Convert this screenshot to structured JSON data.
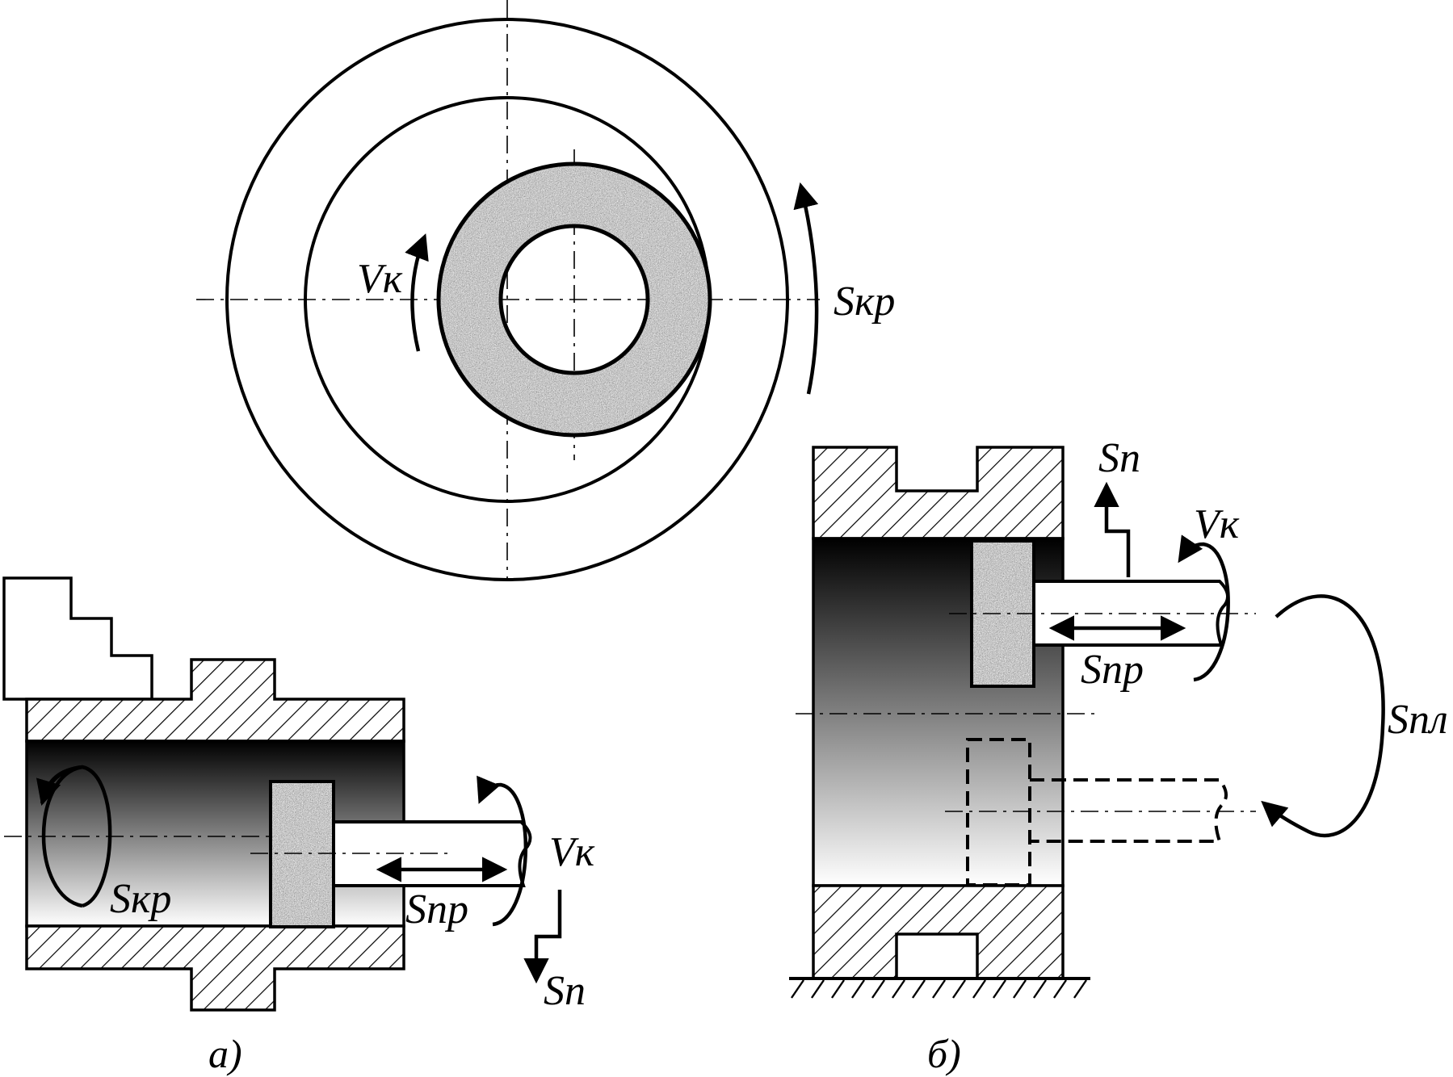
{
  "top_view": {
    "wheel_speed_label": "Vк",
    "circular_feed_label": "Sкр"
  },
  "fig_a": {
    "circular_feed_label": "Sкр",
    "longitudinal_feed_label": "Sпр",
    "wheel_speed_label": "Vк",
    "cross_feed_label": "Sп",
    "caption": "а)"
  },
  "fig_b": {
    "cross_feed_label": "Sп",
    "wheel_speed_label": "Vк",
    "longitudinal_feed_label": "Sпр",
    "planetary_feed_label": "Sпл",
    "caption": "б)"
  },
  "colors": {
    "stroke": "#000000",
    "background": "#ffffff",
    "bore_dark": "#000000",
    "bore_light": "#ffffff",
    "abrasive": "#8a8a8a"
  }
}
